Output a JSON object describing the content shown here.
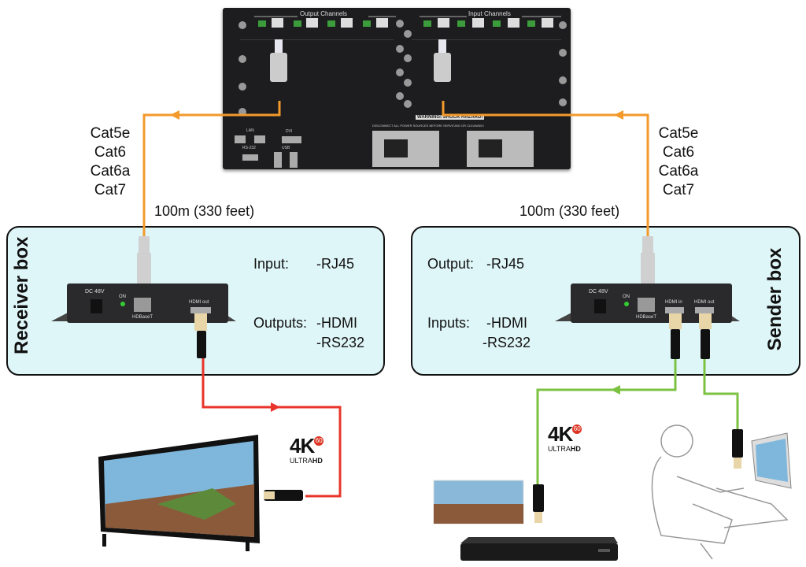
{
  "matrix": {
    "output_channels": "Output Channels",
    "input_channels": "Input Channels",
    "warning": "WARNING! SHOCK HAZARD!",
    "warning_sub": "DISCONNECT ALL POWER SOURCES BEFORE SERVICING OR CLEANING!",
    "ports": {
      "lan": "LAN",
      "dvi": "DVI",
      "rs232": "RS-232",
      "usb": "USB"
    }
  },
  "left_link": {
    "cables": [
      "Cat5e",
      "Cat6",
      "Cat6a",
      "Cat7"
    ],
    "distance": "100m (330 feet)"
  },
  "right_link": {
    "cables": [
      "Cat5e",
      "Cat6",
      "Cat6a",
      "Cat7"
    ],
    "distance": "100m (330 feet)"
  },
  "receiver": {
    "title": "Receiver box",
    "input_label": "Input:",
    "input_value": "-RJ45",
    "outputs_label": "Outputs:",
    "outputs_values": [
      "-HDMI",
      "-RS232"
    ],
    "device": {
      "dc": "DC 48V",
      "on": "ON",
      "hdbaset": "HDBaseT",
      "hdmi_out": "HDMI out"
    }
  },
  "sender": {
    "title": "Sender box",
    "output_label": "Output:",
    "output_value": "-RJ45",
    "inputs_label": "Inputs:",
    "inputs_values": [
      "-HDMI",
      "-RS232"
    ],
    "device": {
      "dc": "DC 48V",
      "on": "ON",
      "hdbaset": "HDBaseT",
      "hdmi_in": "HDMI in",
      "hdmi_out": "HDMI out"
    }
  },
  "badge": {
    "k": "4K",
    "fps": "60",
    "ultra": "ULTRA",
    "hd": "HD"
  },
  "colors": {
    "cat_line": "#f39a2b",
    "red_line": "#e8342a",
    "green_line": "#7cc242",
    "box_bg": "#dff6f8"
  }
}
